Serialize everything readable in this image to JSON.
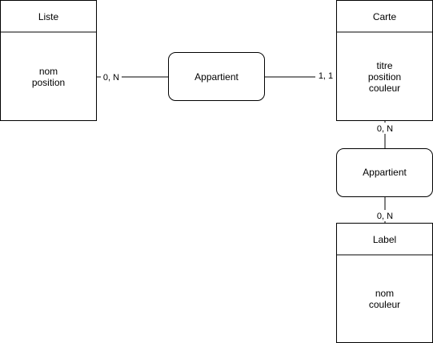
{
  "entities": {
    "liste": {
      "title": "Liste",
      "attributes": [
        "nom",
        "position"
      ]
    },
    "carte": {
      "title": "Carte",
      "attributes": [
        "titre",
        "position",
        "couleur"
      ]
    },
    "label": {
      "title": "Label",
      "attributes": [
        "nom",
        "couleur"
      ]
    }
  },
  "relationships": {
    "liste_carte": {
      "name": "Appartient"
    },
    "carte_label": {
      "name": "Appartient"
    }
  },
  "cardinalities": {
    "liste_side": "0, N",
    "carte_side_top": "1, 1",
    "carte_side_bottom": "0, N",
    "label_side": "0, N"
  },
  "colors": {
    "stroke": "#000000",
    "fill": "#ffffff",
    "text": "#000000"
  }
}
